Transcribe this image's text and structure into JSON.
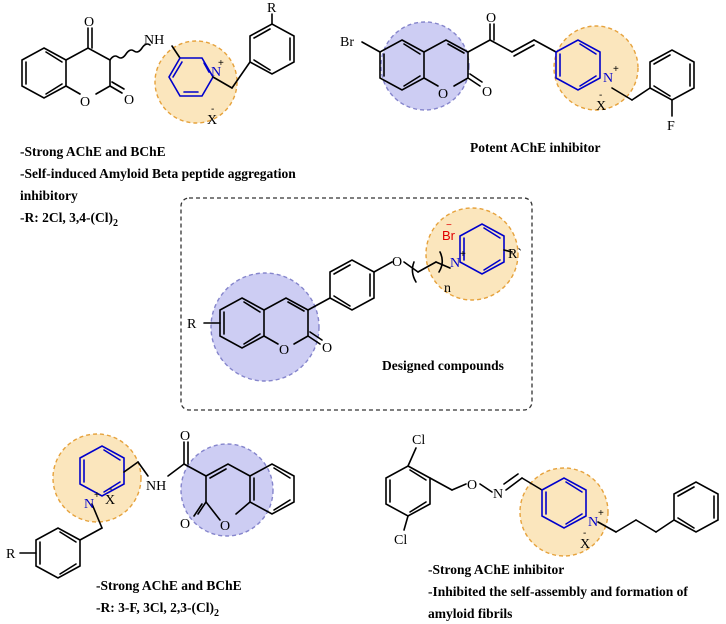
{
  "colors": {
    "pyridinium_ring": "#0000cc",
    "pyridinium_highlight": "#fbe6bd",
    "pyridinium_highlight_border": "#e6a23c",
    "coumarin_highlight": "#cdcdf3",
    "coumarin_highlight_border": "#8585cc",
    "bromide": "#e00000",
    "designed_box_border": "#333333"
  },
  "compound_top_left": {
    "captions": [
      "-Strong AChE and BChE",
      "-Self-induced Amyloid Beta peptide aggregation",
      "inhibitory",
      "-R: 2Cl, 3,4-(Cl)"
    ],
    "caption_r_subscript": "2",
    "atoms": {
      "o1": "O",
      "o2": "O",
      "o3": "O",
      "nh": "NH",
      "n_plus": "N",
      "x_minus": "X",
      "r": "R"
    }
  },
  "compound_top_right": {
    "caption": "Potent AChE inhibitor",
    "atoms": {
      "br": "Br",
      "o_ketone": "O",
      "o_ring": "O",
      "o_lactone": "O",
      "n_plus": "N",
      "x_minus": "X",
      "f": "F"
    }
  },
  "designed_compounds": {
    "caption": "Designed compounds",
    "atoms": {
      "r": "R",
      "o_ring": "O",
      "o_lactone": "O",
      "o_ether": "O",
      "n_subscript": "n",
      "br_minus": "Br",
      "n_plus": "N",
      "r_prime": "R`"
    }
  },
  "compound_bottom_left": {
    "captions": [
      "-Strong AChE and BChE",
      "-R: 3-F, 3Cl, 2,3-(Cl)"
    ],
    "caption_r_subscript": "2",
    "atoms": {
      "o_amide": "O",
      "nh": "NH",
      "n_plus": "N",
      "x_minus": "X",
      "o_ring": "O",
      "o_lactone": "O",
      "r": "R"
    }
  },
  "compound_bottom_right": {
    "captions": [
      "-Strong AChE inhibitor",
      "-Inhibited the self-assembly and formation of",
      "amyloid fibrils"
    ],
    "atoms": {
      "cl_top": "Cl",
      "cl_bottom": "Cl",
      "o": "O",
      "n_oxime": "N",
      "n_plus": "N",
      "x_minus": "X"
    }
  }
}
